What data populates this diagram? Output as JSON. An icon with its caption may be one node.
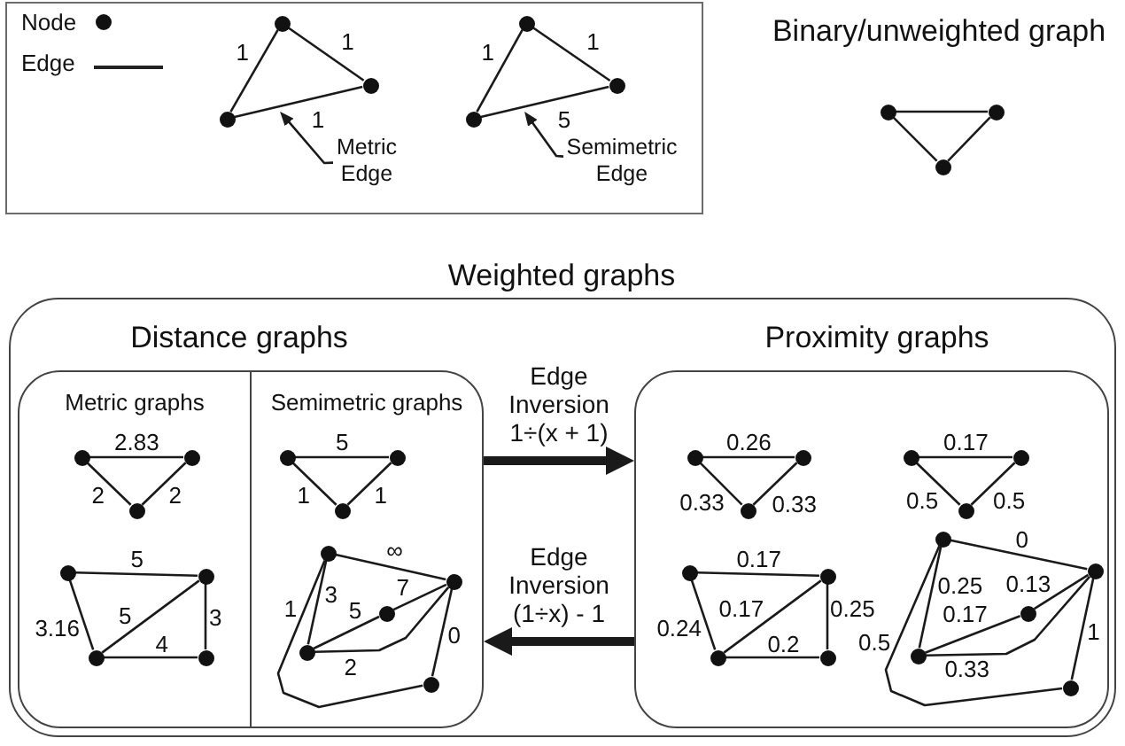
{
  "diagram": {
    "nodes": [
      {
        "text": [],
        "shape": "box"
      },
      {
        "text": [],
        "shape": "circle",
        "in": 0
      },
      {
        "text": [],
        "shape": "circle",
        "in": 0
      },
      {
        "text": [],
        "shape": "circle",
        "in": 0
      },
      {
        "text": [
          "Metric Edge"
        ],
        "in": 0
      },
      {
        "text": [],
        "shape": "circle",
        "in": 0
      },
      {
        "text": [],
        "shape": "circle",
        "in": 0
      },
      {
        "text": [],
        "shape": "circle",
        "in": 0
      },
      {
        "text": [
          "Semimetric Edge"
        ],
        "in": 0
      },
      {
        "text": [],
        "shape": "circle"
      },
      {
        "text": [],
        "shape": "circle"
      },
      {
        "text": [],
        "shape": "circle"
      },
      {
        "text": [
          "Weighted graphs"
        ]
      },
      {
        "text": [
          "Distance graphs"
        ],
        "in": 12
      },
      {
        "text": [
          "Metric graphs"
        ],
        "in": 13
      },
      {
        "text": [],
        "shape": "circle",
        "in": 14
      },
      {
        "text": [],
        "shape": "circle",
        "in": 14
      },
      {
        "text": [],
        "shape": "circle",
        "in": 14
      },
      {
        "text": [],
        "shape": "circle",
        "in": 14
      },
      {
        "text": [],
        "shape": "circle",
        "in": 14
      },
      {
        "text": [],
        "shape": "circle",
        "in": 14
      },
      {
        "text": [],
        "shape": "circle",
        "in": 14
      },
      {
        "text": [
          "Semimetric graphs"
        ],
        "in": 13
      },
      {
        "text": [],
        "shape": "circle",
        "in": 22
      },
      {
        "text": [],
        "shape": "circle",
        "in": 22
      },
      {
        "text": [],
        "shape": "circle",
        "in": 22
      },
      {
        "text": [],
        "shape": "circle",
        "in": 22
      },
      {
        "text": [],
        "shape": "circle",
        "in": 22
      },
      {
        "text": [],
        "shape": "circle",
        "in": 22
      },
      {
        "text": [],
        "shape": "circle",
        "in": 22
      },
      {
        "text": [],
        "shape": "circle",
        "in": 22
      },
      {
        "text": [
          "Proximity graphs"
        ],
        "in": 12
      },
      {
        "text": [],
        "shape": "circle",
        "in": 31
      },
      {
        "text": [],
        "shape": "circle",
        "in": 31
      },
      {
        "text": [],
        "shape": "circle",
        "in": 31
      },
      {
        "text": [],
        "shape": "circle",
        "in": 31
      },
      {
        "text": [],
        "shape": "circle",
        "in": 31
      },
      {
        "text": [],
        "shape": "circle",
        "in": 31
      },
      {
        "text": [],
        "shape": "circle",
        "in": 31
      },
      {
        "text": [],
        "shape": "circle",
        "in": 31
      },
      {
        "text": [],
        "shape": "circle",
        "in": 31
      },
      {
        "text": [],
        "shape": "circle",
        "in": 31
      },
      {
        "text": [],
        "shape": "circle",
        "in": 31
      },
      {
        "text": [],
        "shape": "circle",
        "in": 31
      },
      {
        "text": [],
        "shape": "circle",
        "in": 31
      },
      {
        "text": [],
        "shape": "circle",
        "in": 31
      },
      {
        "text": [],
        "shape": "circle",
        "in": 31
      }
    ],
    "edges": [
      {
        "from": 1,
        "to": 3,
        "arrow": "none",
        "label": "1"
      },
      {
        "from": 1,
        "to": 2,
        "arrow": "none",
        "label": "1"
      },
      {
        "from": 3,
        "to": 2,
        "arrow": "none",
        "label": "1"
      },
      {
        "from": 4,
        "to": null,
        "arrow": "to"
      },
      {
        "from": 5,
        "to": 7,
        "arrow": "none",
        "label": "1"
      },
      {
        "from": 5,
        "to": 6,
        "arrow": "none",
        "label": "1"
      },
      {
        "from": 7,
        "to": 6,
        "arrow": "none",
        "label": "5"
      },
      {
        "from": 8,
        "to": null,
        "arrow": "to"
      },
      {
        "from": 9,
        "to": 10,
        "arrow": "none"
      },
      {
        "from": 9,
        "to": 11,
        "arrow": "none"
      },
      {
        "from": 11,
        "to": 10,
        "arrow": "none"
      },
      {
        "from": 15,
        "to": 16,
        "arrow": "none",
        "label": "2.83"
      },
      {
        "from": 15,
        "to": 17,
        "arrow": "none",
        "label": "2"
      },
      {
        "from": 17,
        "to": 16,
        "arrow": "none",
        "label": "2"
      },
      {
        "from": 18,
        "to": 19,
        "arrow": "none",
        "label": "5"
      },
      {
        "from": 18,
        "to": 20,
        "arrow": "none",
        "label": "3.16"
      },
      {
        "from": 20,
        "to": 19,
        "arrow": "none",
        "label": "5"
      },
      {
        "from": 20,
        "to": 21,
        "arrow": "none",
        "label": "4"
      },
      {
        "from": 19,
        "to": 21,
        "arrow": "none",
        "label": "3"
      },
      {
        "from": 23,
        "to": 24,
        "arrow": "none",
        "label": "5"
      },
      {
        "from": 23,
        "to": 25,
        "arrow": "none",
        "label": "1"
      },
      {
        "from": 25,
        "to": 24,
        "arrow": "none",
        "label": "1"
      },
      {
        "from": 26,
        "to": 27,
        "arrow": "none",
        "label": "∞"
      },
      {
        "from": 26,
        "to": 29,
        "arrow": "none",
        "label": "3"
      },
      {
        "from": 29,
        "to": 28,
        "arrow": "none",
        "label": "5"
      },
      {
        "from": 28,
        "to": 27,
        "arrow": "none",
        "label": "7"
      },
      {
        "from": 29,
        "to": 27,
        "arrow": "none",
        "label": "2"
      },
      {
        "from": 26,
        "to": 30,
        "arrow": "none",
        "label": "1"
      },
      {
        "from": 27,
        "to": 30,
        "arrow": "none",
        "label": "0"
      },
      {
        "from": 32,
        "to": 33,
        "arrow": "none",
        "label": "0.26"
      },
      {
        "from": 32,
        "to": 34,
        "arrow": "none",
        "label": "0.33"
      },
      {
        "from": 34,
        "to": 33,
        "arrow": "none",
        "label": "0.33"
      },
      {
        "from": 35,
        "to": 36,
        "arrow": "none",
        "label": "0.17"
      },
      {
        "from": 35,
        "to": 37,
        "arrow": "none",
        "label": "0.5"
      },
      {
        "from": 37,
        "to": 36,
        "arrow": "none",
        "label": "0.5"
      },
      {
        "from": 38,
        "to": 39,
        "arrow": "none",
        "label": "0.17"
      },
      {
        "from": 38,
        "to": 40,
        "arrow": "none",
        "label": "0.24"
      },
      {
        "from": 40,
        "to": 39,
        "arrow": "none",
        "label": "0.17"
      },
      {
        "from": 40,
        "to": 41,
        "arrow": "none",
        "label": "0.2"
      },
      {
        "from": 39,
        "to": 41,
        "arrow": "none",
        "label": "0.25"
      },
      {
        "from": 42,
        "to": 43,
        "arrow": "none",
        "label": "0"
      },
      {
        "from": 42,
        "to": 45,
        "arrow": "none",
        "label": "0.25"
      },
      {
        "from": 45,
        "to": 44,
        "arrow": "none",
        "label": "0.17"
      },
      {
        "from": 44,
        "to": 43,
        "arrow": "none",
        "label": "0.13"
      },
      {
        "from": 45,
        "to": 43,
        "arrow": "none",
        "label": "0.33"
      },
      {
        "from": 42,
        "to": 46,
        "arrow": "none",
        "label": "0.5"
      },
      {
        "from": 43,
        "to": 46,
        "arrow": "none",
        "label": "1"
      },
      {
        "from": 13,
        "to": 31,
        "arrow": "to",
        "label": "Edge Inversion 1÷(x + 1)",
        "style": "thick"
      },
      {
        "from": 31,
        "to": 13,
        "arrow": "to",
        "label": "Edge Inversion (1÷x) - 1",
        "style": "thick"
      }
    ],
    "labels": [
      "Binary/unweighted graph"
    ],
    "legend": [
      {
        "text": "Node"
      },
      {
        "text": "Edge"
      }
    ]
  }
}
